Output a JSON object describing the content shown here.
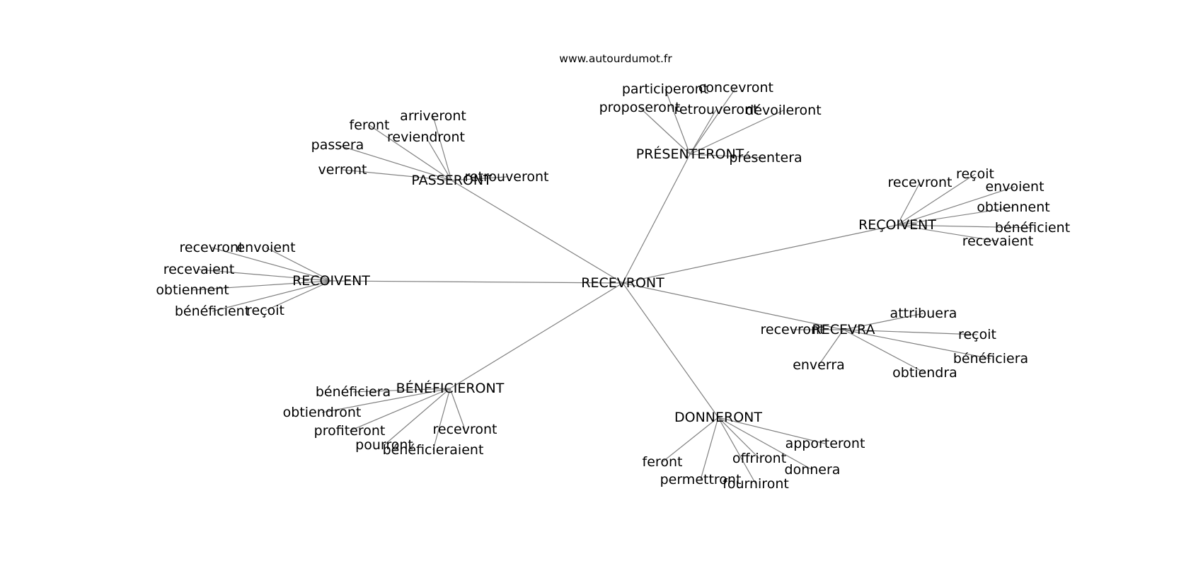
{
  "watermark": "www.autourdumot.fr",
  "graph": {
    "center": "RECEVRONT",
    "hubs": [
      {
        "label": "PASSERONT",
        "leaves": [
          "arriveront",
          "feront",
          "reviendront",
          "passera",
          "verront",
          "retrouveront"
        ]
      },
      {
        "label": "PRÉSENTERONT",
        "leaves": [
          "participeront",
          "concevront",
          "proposeront",
          "retrouveront",
          "dévoileront",
          "présentera"
        ]
      },
      {
        "label": "REÇOIVENT",
        "leaves": [
          "recevront",
          "reçoit",
          "envoient",
          "obtiennent",
          "bénéficient",
          "recevaient"
        ]
      },
      {
        "label": "RECOIVENT",
        "leaves": [
          "recevront",
          "envoient",
          "recevaient",
          "obtiennent",
          "bénéficient",
          "reçoit"
        ]
      },
      {
        "label": "RECEVRA",
        "leaves": [
          "attribuera",
          "recevront",
          "reçoit",
          "bénéficiera",
          "enverra",
          "obtiendra"
        ]
      },
      {
        "label": "BÉNÉFICIERONT",
        "leaves": [
          "bénéficiera",
          "obtiendront",
          "profiteront",
          "recevront",
          "pourront",
          "bénéficieraient"
        ]
      },
      {
        "label": "DONNERONT",
        "leaves": [
          "apporteront",
          "feront",
          "offriront",
          "donnera",
          "permettront",
          "fourniront"
        ]
      }
    ]
  }
}
